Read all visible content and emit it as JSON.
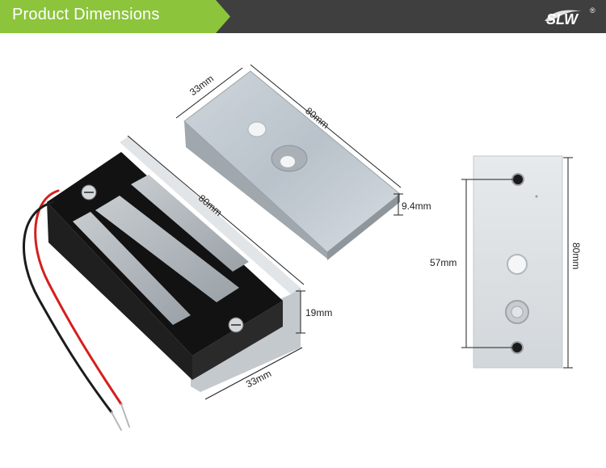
{
  "header": {
    "title": "Product Dimensions",
    "tab_color": "#8cc43c",
    "bar_color": "#3f3f3f"
  },
  "logo": {
    "text": "SLW",
    "mark": "®"
  },
  "dimensions": {
    "plate_width": "33mm",
    "plate_length": "80mm",
    "plate_thickness": "9.4mm",
    "lock_length": "80mm",
    "lock_height": "19mm",
    "lock_width": "33mm",
    "front_hole_spacing": "57mm",
    "front_length": "80mm"
  }
}
